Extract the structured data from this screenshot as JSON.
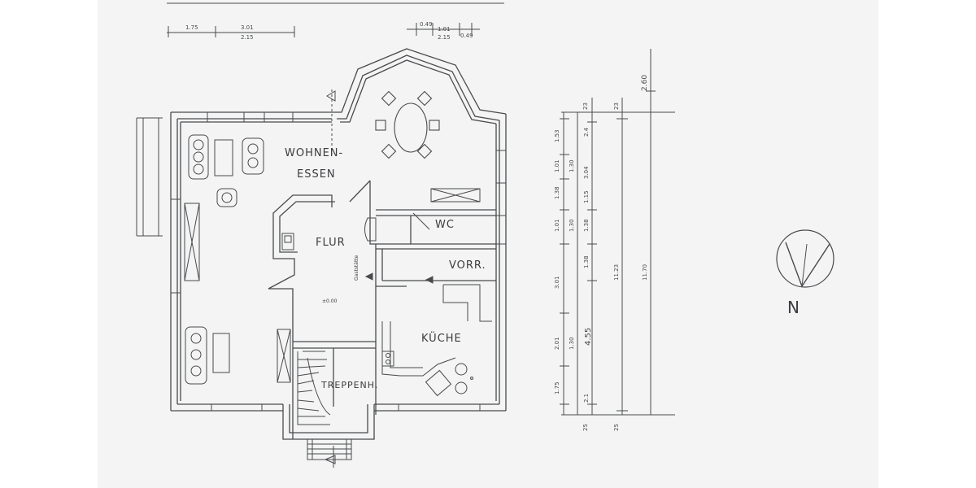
{
  "rooms": {
    "wohnen": "WOHNEN-",
    "essen": "ESSEN",
    "flur": "FLUR",
    "wc": "WC",
    "vorr": "VORR.",
    "kueche": "KÜCHE",
    "treppenh": "TREPPENH."
  },
  "notes": {
    "level": "±0.00",
    "side_note": "Gaststätte"
  },
  "top_dims": [
    "1.75",
    "3.01",
    "2.15",
    "1.01",
    "2.15",
    "0.49",
    "0.49"
  ],
  "vertical_dims": {
    "col1": [
      "1.53",
      "1.01",
      "1.38",
      "1.01",
      "3.01",
      "2.01",
      "1.75"
    ],
    "col2": [
      "1.30",
      "1.30",
      "1.30"
    ],
    "col3": [
      "2.4",
      "3.04",
      "1.15",
      "1.38",
      "1.38",
      "4.55",
      "2.1"
    ],
    "bottom": [
      "25",
      "25"
    ],
    "top": [
      "23",
      "23"
    ],
    "long_a": "11.23",
    "long_b": "11.70",
    "corner": "2.60"
  },
  "compass": {
    "label": "N"
  }
}
